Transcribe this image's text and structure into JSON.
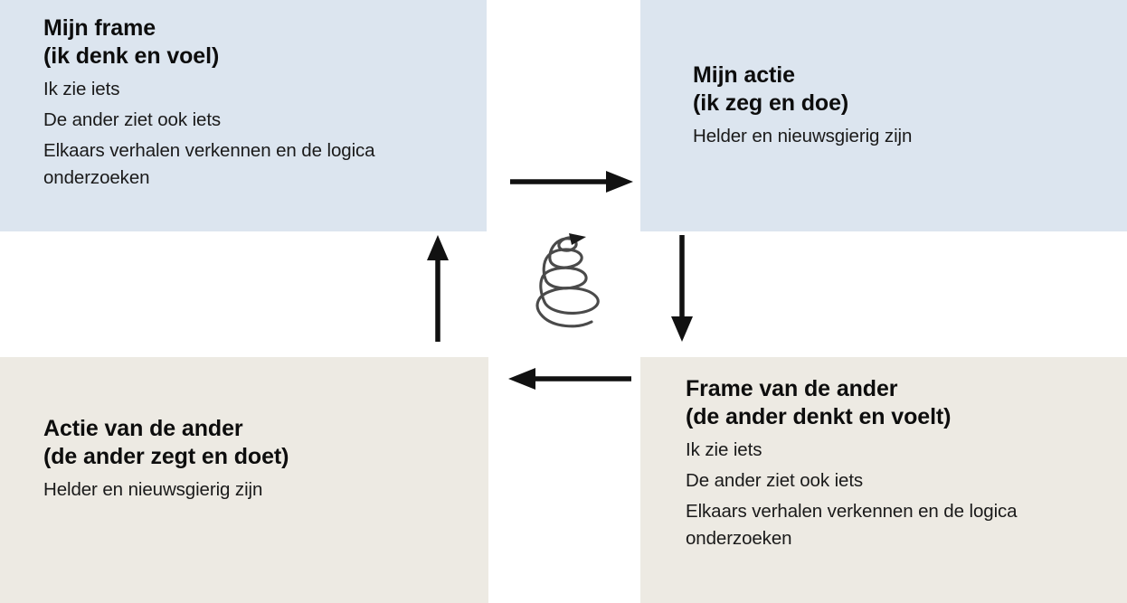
{
  "diagram": {
    "type": "cycle",
    "direction": "clockwise",
    "palette": {
      "self_box_bg": "#dce5ef",
      "other_box_bg": "#edeae3",
      "page_bg": "#ffffff",
      "text": "#0d0d0d",
      "arrow": "#111111",
      "spiral": "#4a4a4a"
    },
    "boxes": [
      {
        "id": "my-frame",
        "position": "top-left",
        "title": "Mijn frame\n(ik denk en voel)",
        "bullets": [
          "Ik zie iets",
          "De ander ziet ook iets",
          "Elkaars verhalen verkennen en de logica onderzoeken"
        ]
      },
      {
        "id": "my-action",
        "position": "top-right",
        "title": "Mijn actie\n(ik zeg en doe)",
        "bullets": [
          "Helder en nieuwsgierig zijn"
        ]
      },
      {
        "id": "other-action",
        "position": "bottom-left",
        "title": "Actie van de ander\n(de ander zegt en doet)",
        "bullets": [
          "Helder en nieuwsgierig zijn"
        ]
      },
      {
        "id": "other-frame",
        "position": "bottom-right",
        "title": "Frame van de ander\n(de ander denkt en voelt)",
        "bullets": [
          "Ik zie iets",
          "De ander ziet ook iets",
          "Elkaars verhalen verkennen en de logica onderzoeken"
        ]
      }
    ],
    "arrows": [
      {
        "id": "top-arrow",
        "icon": "arrow-right-icon",
        "from": "my-frame",
        "to": "my-action"
      },
      {
        "id": "right-arrow",
        "icon": "arrow-down-icon",
        "from": "my-action",
        "to": "other-frame"
      },
      {
        "id": "bottom-arrow",
        "icon": "arrow-left-icon",
        "from": "other-frame",
        "to": "other-action"
      },
      {
        "id": "left-arrow",
        "icon": "arrow-up-icon",
        "from": "other-action",
        "to": "my-frame"
      }
    ],
    "center": {
      "id": "spiral",
      "icon": "upward-spiral-icon",
      "description": "hand-drawn upward spiral with arrowhead"
    }
  }
}
